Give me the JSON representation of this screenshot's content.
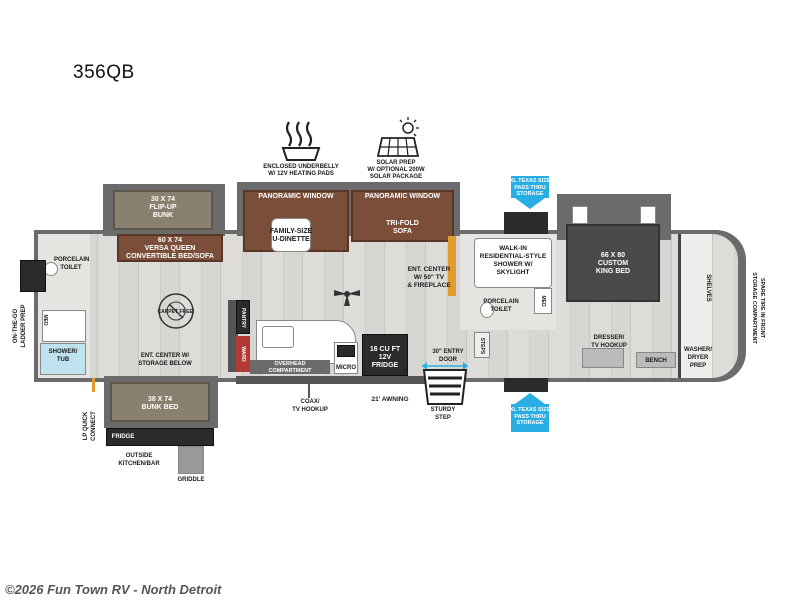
{
  "model": "356QB",
  "footer": "©2026 Fun Town RV - North Detroit",
  "labels": {
    "underbelly": "ENCLOSED UNDERBELLY\nW/ 12V HEATING PADS",
    "solar": "SOLAR PREP\nW/ OPTIONAL 200W\nSOLAR PACKAGE",
    "flip_bunk": "30 X 74\nFLIP-UP\nBUNK",
    "versa_queen": "60 X 74\nVERSA QUEEN\nCONVERTIBLE BED/SOFA",
    "panoramic1": "PANORAMIC WINDOW",
    "panoramic2": "PANORAMIC WINDOW",
    "dinette": "FAMILY-SIZE\nU-DINETTE",
    "trifold": "TRI-FOLD\nSOFA",
    "storage_top": "XL TEXAS SIZE\nPASS THRU\nSTORAGE",
    "storage_bottom": "XL TEXAS SIZE\nPASS THRU\nSTORAGE",
    "walkin_shower": "WALK-IN\nRESIDENTIAL-STYLE\nSHOWER W/\nSKYLIGHT",
    "king_bed": "66 X 80\nCUSTOM\nKING BED",
    "shelves": "SHELVES",
    "spare_tire": "SPARE TIRE IN FRONT\nSTORAGE COMPARTMENT",
    "porcelain_toilet_left": "PORCELAIN\nTOILET",
    "ladder": "ON-THE-GO\nLADDER PREP",
    "med_left": "MED",
    "shower_tub": "SHOWER/\nTUB",
    "carpet_free": "CARPET FREE!",
    "ent_center_right": "ENT. CENTER\nW/ 50\" TV\n& FIREPLACE",
    "porcelain_toilet_right": "PORCELAIN\nTOILET",
    "med_right": "MED",
    "pantry": "PANTRY",
    "ward": "WARD",
    "ent_center_left": "ENT. CENTER W/\nSTORAGE BELOW",
    "overhead": "OVERHEAD\nCOMPARTMENT",
    "micro": "MICRO",
    "fridge_12v": "16 CU FT\n12V\nFRIDGE",
    "entry_door": "30\" ENTRY\nDOOR",
    "steps": "STEPS",
    "dresser": "DRESSER/\nTV HOOKUP",
    "bench": "BENCH",
    "washer": "WASHER/\nDRYER\nPREP",
    "bunk_bed": "38 X 74\nBUNK BED",
    "lp": "LP QUICK\nCONNECT",
    "fridge_outside": "FRIDGE",
    "outside_kitchen": "OUTSIDE\nKITCHEN/BAR",
    "griddle": "GRIDDLE",
    "coax": "COAX/\nTV HOOKUP",
    "awning": "21' AWNING",
    "sturdy_step": "STURDY\nSTEP"
  }
}
